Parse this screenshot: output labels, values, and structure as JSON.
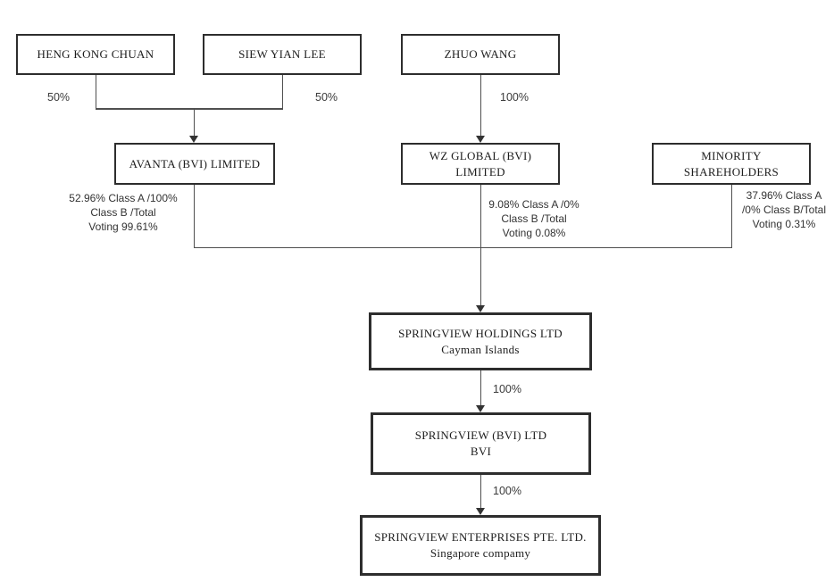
{
  "diagram": {
    "title": "corporate-ownership-structure",
    "colors": {
      "background": "#ffffff",
      "box_border": "#2d2d2d",
      "connector_line": "#4f4f4f",
      "label_text": "#1c1c1c",
      "annotation_text": "#333333"
    },
    "nodes": {
      "heng": {
        "label": "HENG KONG CHUAN"
      },
      "siew": {
        "label": "SIEW YIAN LEE"
      },
      "zhuo": {
        "label": "ZHUO WANG"
      },
      "avanta": {
        "label": "AVANTA (BVI) LIMITED"
      },
      "wz": {
        "label": "WZ GLOBAL (BVI)\nLIMITED"
      },
      "minority": {
        "label": "MINORITY\nSHAREHOLDERS"
      },
      "holdings": {
        "label": "SPRINGVIEW HOLDINGS LTD\nCayman Islands"
      },
      "bvi": {
        "label": "SPRINGVIEW (BVI) LTD\nBVI"
      },
      "enterprises": {
        "label": "SPRINGVIEW ENTERPRISES PTE. LTD.\nSingapore compamy"
      }
    },
    "edge_labels": {
      "heng_to_avanta": "50%",
      "siew_to_avanta": "50%",
      "zhuo_to_wz": "100%",
      "holdings_to_bvi": "100%",
      "bvi_to_enterprises": "100%"
    },
    "ownership_notes": {
      "avanta": "52.96% Class A /100%\nClass B /Total\nVoting 99.61%",
      "wz": "9.08% Class A /0%\nClass B /Total\nVoting 0.08%",
      "minority": "37.96% Class A\n/0% Class B/Total\nVoting 0.31%"
    }
  }
}
